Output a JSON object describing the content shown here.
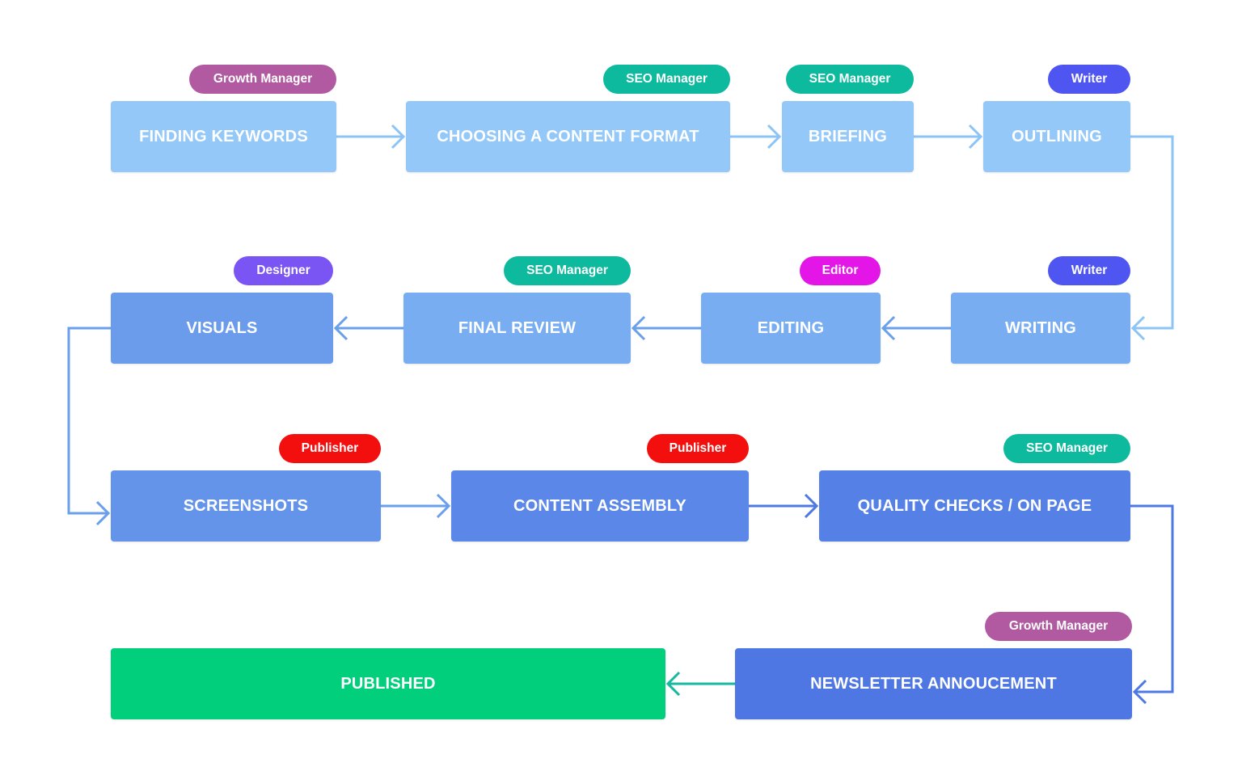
{
  "colors": {
    "badge_growth": "#B15AA1",
    "badge_seo": "#0EBA9E",
    "badge_writer": "#4F55F1",
    "badge_editor": "#E415E7",
    "badge_designer": "#7B55F4",
    "badge_publisher": "#F40F0F",
    "step_light": "#93C8F8",
    "step_mid": "#78AEF1",
    "step_row2b": "#6B9CEB",
    "step_blue": "#6494EA",
    "step_blue2": "#5B88E8",
    "step_blue3": "#5580E6",
    "step_dark": "#4F77E4",
    "step_published": "#01CF7C",
    "arrow_light": "#8CC4F6",
    "arrow_mid": "#6A9FEC",
    "arrow_dark": "#4E78E3",
    "arrow_final": "#14B9A0"
  },
  "steps": [
    {
      "id": "finding-keywords",
      "label": "FINDING KEYWORDS",
      "role": "Growth Manager"
    },
    {
      "id": "choosing-content-format",
      "label": "CHOOSING A CONTENT FORMAT",
      "role": "SEO Manager"
    },
    {
      "id": "briefing",
      "label": "BRIEFING",
      "role": "SEO Manager"
    },
    {
      "id": "outlining",
      "label": "OUTLINING",
      "role": "Writer"
    },
    {
      "id": "writing",
      "label": "WRITING",
      "role": "Writer"
    },
    {
      "id": "editing",
      "label": "EDITING",
      "role": "Editor"
    },
    {
      "id": "final-review",
      "label": "FINAL REVIEW",
      "role": "SEO Manager"
    },
    {
      "id": "visuals",
      "label": "VISUALS",
      "role": "Designer"
    },
    {
      "id": "screenshots",
      "label": "SCREENSHOTS",
      "role": "Publisher"
    },
    {
      "id": "content-assembly",
      "label": "CONTENT ASSEMBLY",
      "role": "Publisher"
    },
    {
      "id": "quality-checks",
      "label": "QUALITY CHECKS / ON PAGE",
      "role": "SEO Manager"
    },
    {
      "id": "newsletter-annoucement",
      "label": "NEWSLETTER ANNOUCEMENT",
      "role": "Growth Manager"
    },
    {
      "id": "published",
      "label": "PUBLISHED",
      "role": ""
    }
  ],
  "flow": [
    [
      "finding-keywords",
      "choosing-content-format"
    ],
    [
      "choosing-content-format",
      "briefing"
    ],
    [
      "briefing",
      "outlining"
    ],
    [
      "outlining",
      "writing"
    ],
    [
      "writing",
      "editing"
    ],
    [
      "editing",
      "final-review"
    ],
    [
      "final-review",
      "visuals"
    ],
    [
      "visuals",
      "screenshots"
    ],
    [
      "screenshots",
      "content-assembly"
    ],
    [
      "content-assembly",
      "quality-checks"
    ],
    [
      "quality-checks",
      "newsletter-annoucement"
    ],
    [
      "newsletter-annoucement",
      "published"
    ]
  ]
}
